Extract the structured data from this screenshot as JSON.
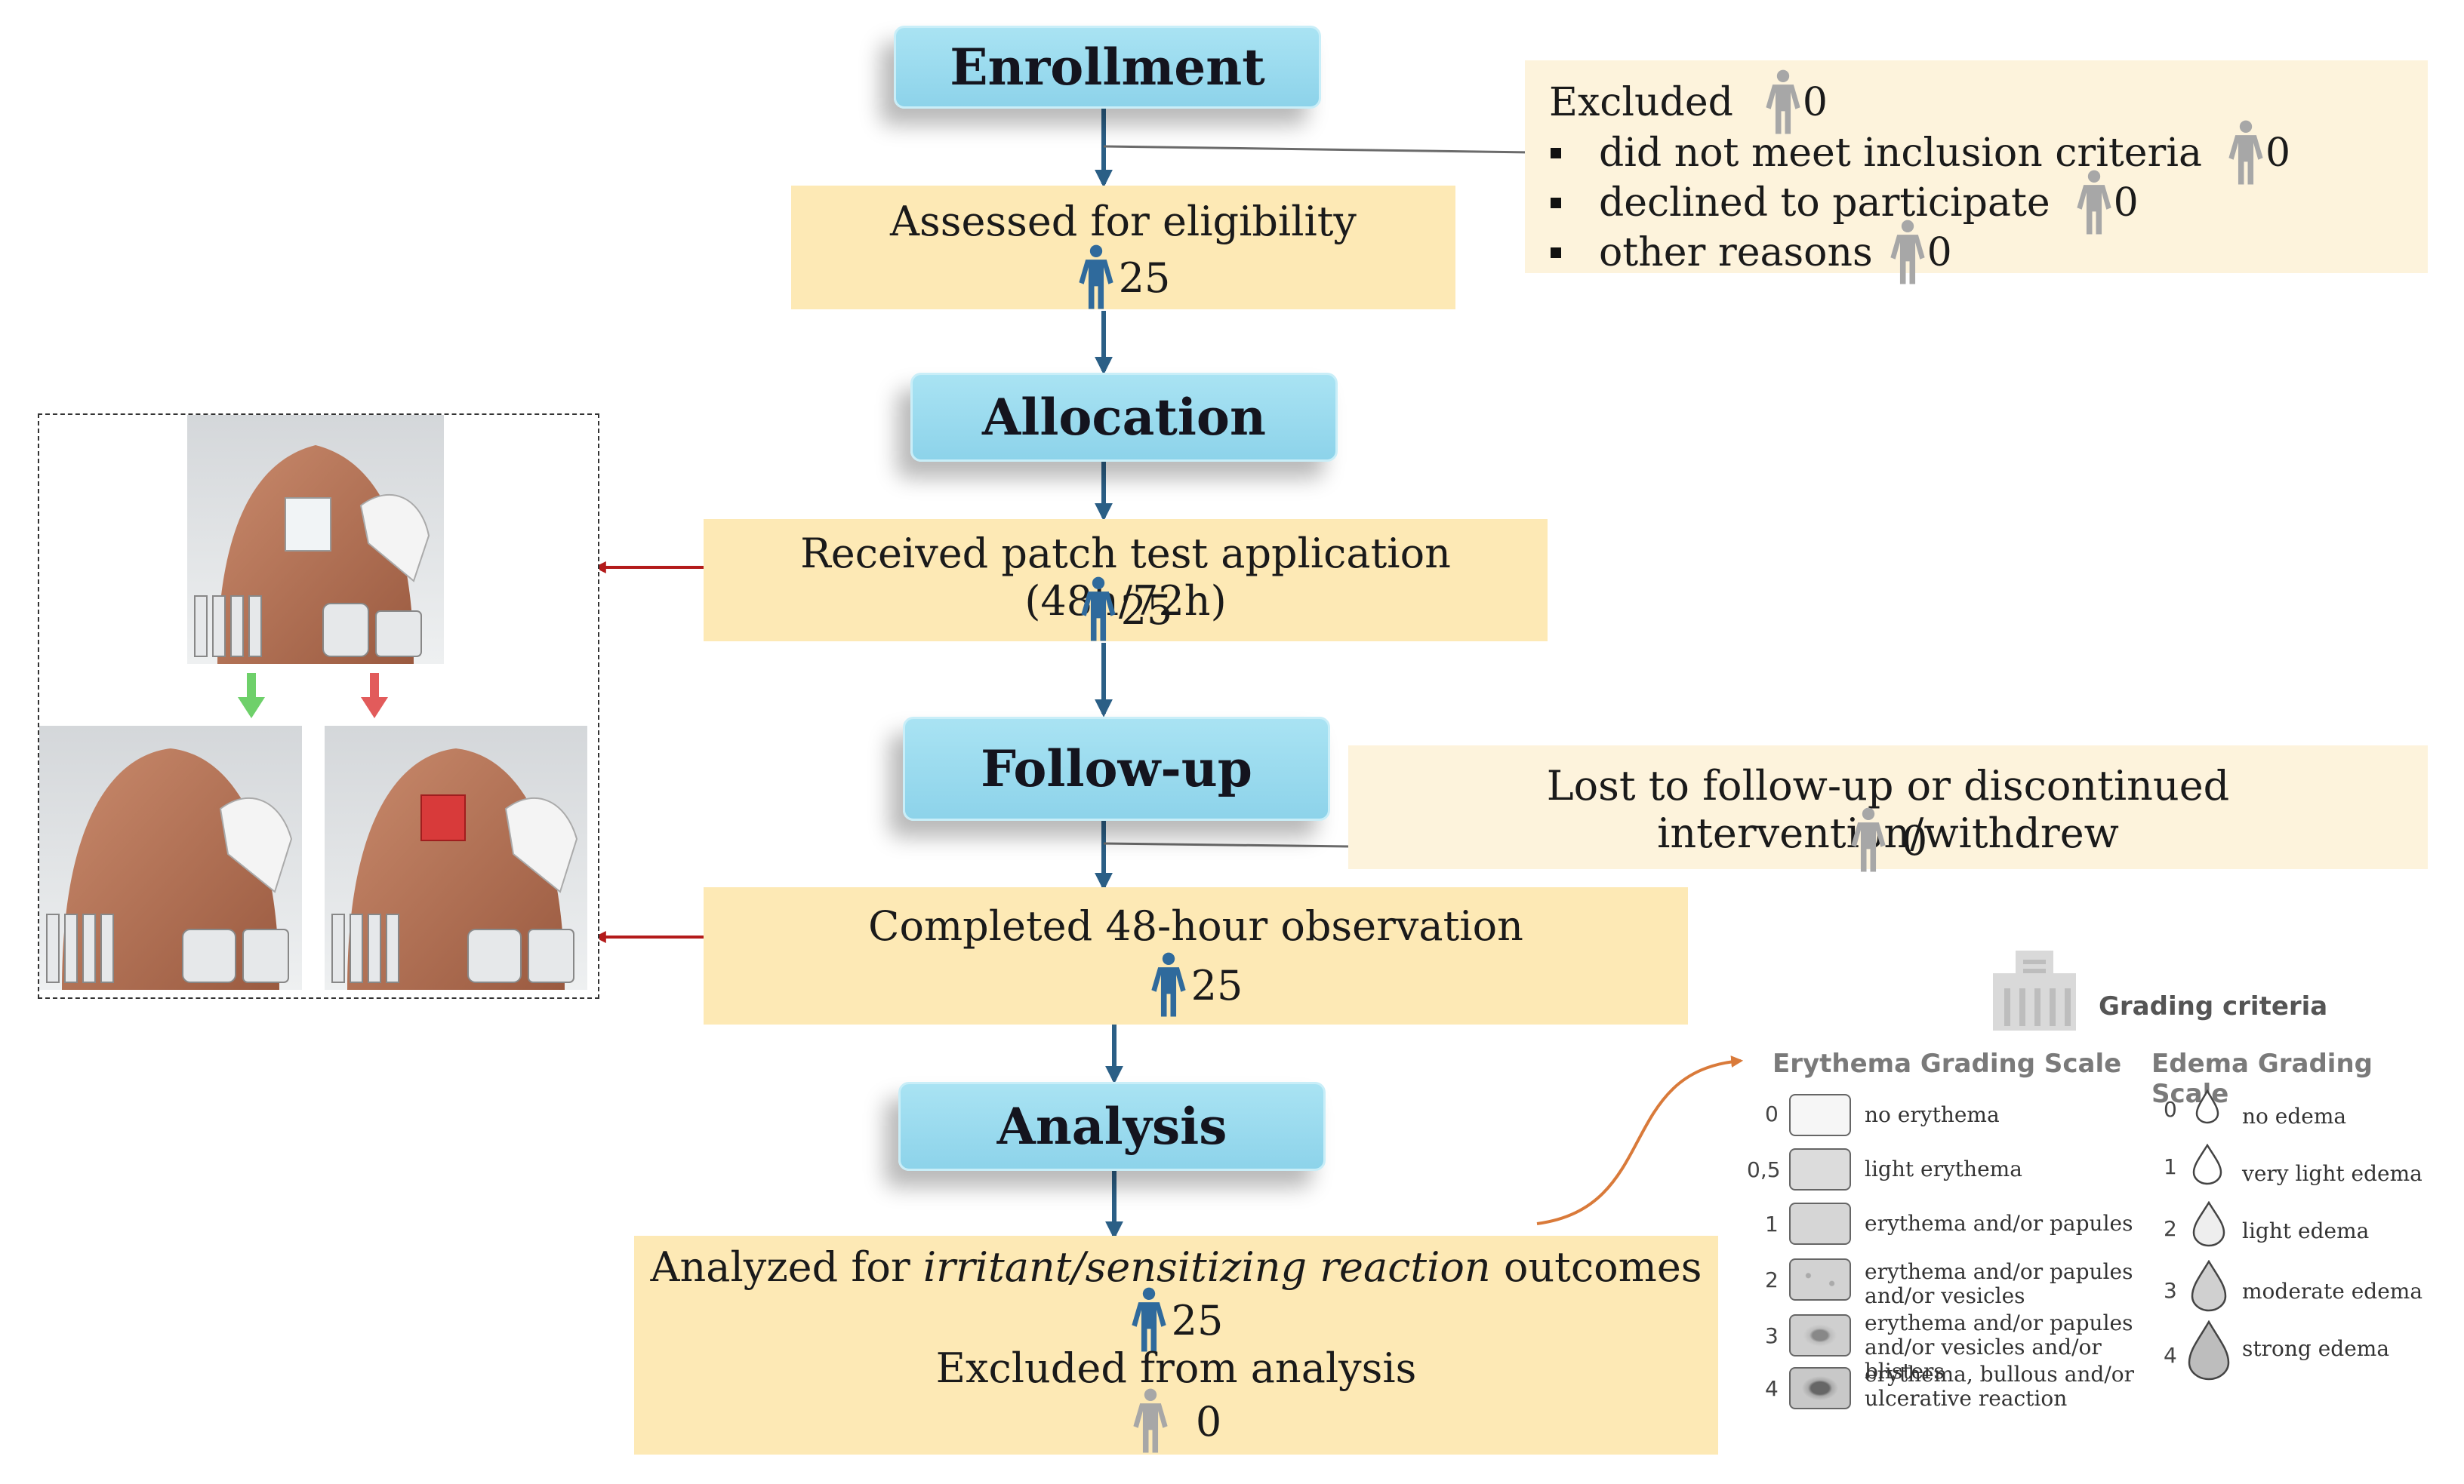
{
  "stages": {
    "enrollment": "Enrollment",
    "allocation": "Allocation",
    "followup": "Follow-up",
    "analysis": "Analysis"
  },
  "boxes": {
    "assessed": {
      "label": "Assessed for eligibility",
      "count": "25"
    },
    "received": {
      "label": "Received patch test application (48h/72h)",
      "count": "25"
    },
    "completed": {
      "label": "Completed 48-hour observation",
      "count": "25"
    },
    "analyzed": {
      "prefix": "Analyzed for ",
      "italic": "irritant/sensitizing reaction",
      "suffix": " outcomes",
      "count": "25",
      "excluded_label": "Excluded from analysis",
      "excluded_count": "0"
    }
  },
  "excluded": {
    "title": "Excluded",
    "count": "0",
    "reasons": [
      {
        "label": "did not meet inclusion criteria",
        "count": "0"
      },
      {
        "label": "declined to participate",
        "count": "0"
      },
      {
        "label": "other reasons",
        "count": "0"
      }
    ]
  },
  "lost": {
    "label": "Lost to follow-up or discontinued intervention/withdrew",
    "count": "0"
  },
  "grading": {
    "title": "Grading criteria",
    "erythema": {
      "title": "Erythema Grading Scale",
      "items": [
        {
          "grade": "0",
          "label": "no erythema"
        },
        {
          "grade": "0,5",
          "label": "light erythema"
        },
        {
          "grade": "1",
          "label": "erythema and/or papules"
        },
        {
          "grade": "2",
          "label": "erythema and/or papules and/or vesicles"
        },
        {
          "grade": "3",
          "label": "erythema and/or papules and/or vesicles and/or blisters"
        },
        {
          "grade": "4",
          "label": "erythema, bullous and/or ulcerative reaction"
        }
      ]
    },
    "edema": {
      "title": "Edema Grading Scale",
      "items": [
        {
          "grade": "0",
          "label": "no edema"
        },
        {
          "grade": "1",
          "label": "very light edema"
        },
        {
          "grade": "2",
          "label": "light edema"
        },
        {
          "grade": "3",
          "label": "moderate edema"
        },
        {
          "grade": "4",
          "label": "strong edema"
        }
      ]
    }
  },
  "colors": {
    "stage_fill": "#a9e3f3",
    "box_fill": "#fde9b5",
    "excluded_fill": "#fdf3dc",
    "arrow": "#2b5f86",
    "person_blue": "#2f6a9c",
    "person_grey": "#a7a7a7",
    "side_arrow": "#b31a1a",
    "curve_arrow": "#d97a3a"
  }
}
